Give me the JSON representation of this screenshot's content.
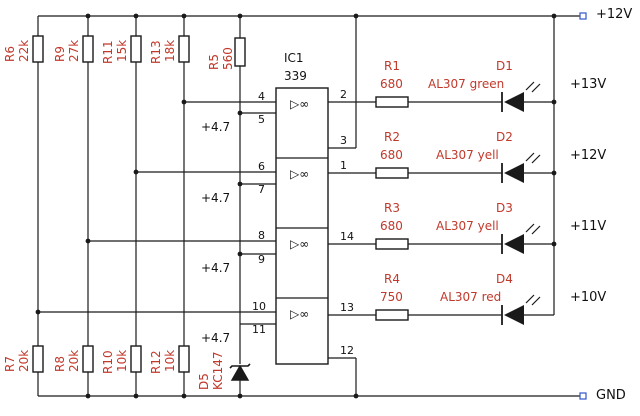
{
  "rails": {
    "top_label": "+12V",
    "bottom_label": "GND"
  },
  "ic": {
    "ref": "IC1",
    "value": "339",
    "gate_symbol": "▷∞",
    "gates": [
      {
        "in_plus": "4",
        "in_minus": "5",
        "out": "2",
        "ref_voltage": "+4.7"
      },
      {
        "in_plus": "6",
        "in_minus": "7",
        "out": "1",
        "ref_voltage": "+4.7"
      },
      {
        "in_plus": "8",
        "in_minus": "9",
        "out": "14",
        "ref_voltage": "+4.7"
      },
      {
        "in_plus": "10",
        "in_minus": "11",
        "out": "13",
        "ref_voltage": "+4.7"
      }
    ],
    "vcc_pin": "3",
    "gnd_pin": "12"
  },
  "divider_top": [
    {
      "ref": "R6",
      "value": "22k"
    },
    {
      "ref": "R9",
      "value": "27k"
    },
    {
      "ref": "R11",
      "value": "15k"
    },
    {
      "ref": "R13",
      "value": "18k"
    }
  ],
  "divider_bottom": [
    {
      "ref": "R7",
      "value": "20k"
    },
    {
      "ref": "R8",
      "value": "20k"
    },
    {
      "ref": "R10",
      "value": "10k"
    },
    {
      "ref": "R12",
      "value": "10k"
    }
  ],
  "bias_resistor": {
    "ref": "R5",
    "value": "560"
  },
  "zener": {
    "ref": "D5",
    "value": "KC147"
  },
  "output_resistors": [
    {
      "ref": "R1",
      "value": "680"
    },
    {
      "ref": "R2",
      "value": "680"
    },
    {
      "ref": "R3",
      "value": "680"
    },
    {
      "ref": "R4",
      "value": "750"
    }
  ],
  "leds": [
    {
      "ref": "D1",
      "value": "AL307 green",
      "threshold": "+13V"
    },
    {
      "ref": "D2",
      "value": "AL307 yell",
      "threshold": "+12V"
    },
    {
      "ref": "D3",
      "value": "AL307 yell",
      "threshold": "+11V"
    },
    {
      "ref": "D4",
      "value": "AL307 red",
      "threshold": "+10V"
    }
  ]
}
